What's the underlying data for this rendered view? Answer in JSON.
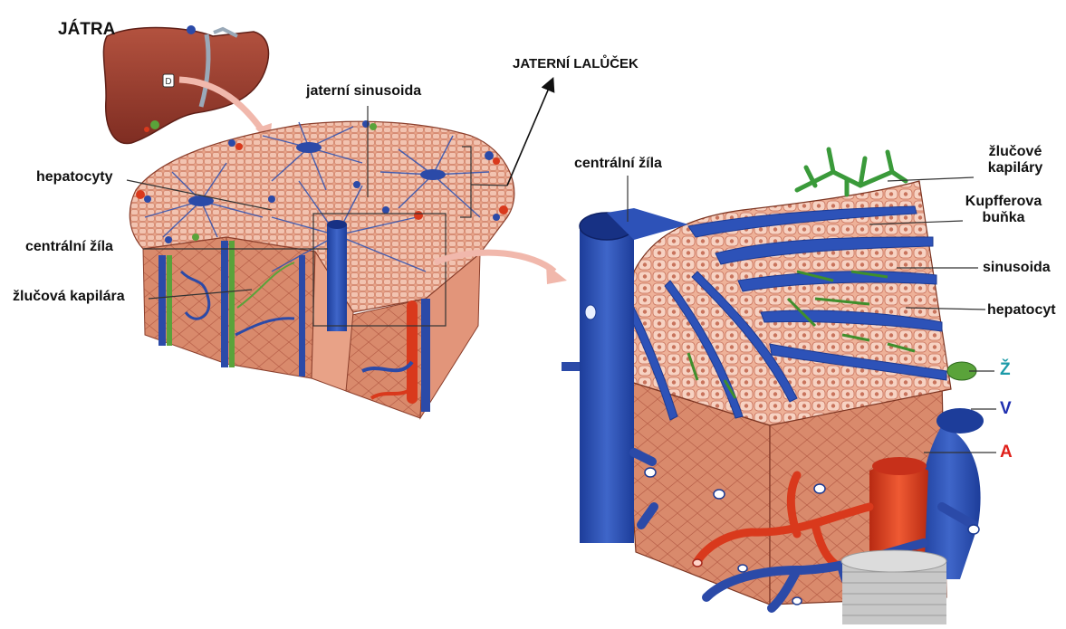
{
  "title": "JÁTRA",
  "lobule_label": "JATERNÍ LALŮČEK",
  "left_labels": {
    "sinusoid": "jaterní sinusoida",
    "hepatocytes": "hepatocyty",
    "central_vein": "centrální žíla",
    "bile_capillary": "žlučová kapilára"
  },
  "right_labels": {
    "central_vein": "centrální žíla",
    "bile_capillaries_1": "žlučové",
    "bile_capillaries_2": "kapiláry",
    "kupffer_1": "Kupfferova",
    "kupffer_2": "buňka",
    "sinusoid": "sinusoida",
    "hepatocyte": "hepatocyt"
  },
  "triad": [
    {
      "letter": "Ž",
      "color": "#1b9aa8"
    },
    {
      "letter": "V",
      "color": "#1f2fb0"
    },
    {
      "letter": "A",
      "color": "#e0201a"
    }
  ],
  "liver_icon_letter": "D",
  "colors": {
    "vein": "#2b4aa8",
    "artery": "#d9391c",
    "bile": "#4c9a3a",
    "tissue": "#e9a184",
    "cell": "#f3c3ae"
  }
}
